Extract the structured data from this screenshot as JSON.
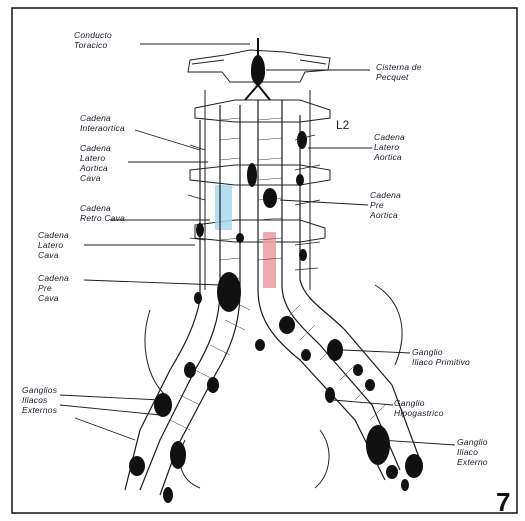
{
  "figure_number": "7",
  "vertebra_label": "L2",
  "labels": {
    "conducto_toracico": "Conducto\nToracico",
    "cisterna_pecquet": "Cisterna de\nPecquet",
    "cadena_interaortica": "Cadena\nInteraortica",
    "cadena_latero_aortica_derecha": "Cadena\nLatero\nAortica\nCava",
    "cadena_latero_aortica_izquierda": "Cadena\nLatero\nAortica",
    "cadena_retro_cava": "Cadena\nRetro Cava",
    "cadena_latero_cava": "Cadena\nLatero\nCava",
    "cadena_pre_cava": "Cadena\nPre\nCava",
    "cadena_pre_aortica": "Cadena\nPre\nAortica",
    "ganglios_iliacos_externos": "Ganglios\nIliacos\nExternos",
    "ganglio_iliaco_primitivo": "Ganglio\nIliaco Primitivo",
    "ganglio_hipogastrico": "Ganglio\nHipogastrico",
    "ganglio_iliaco_externo": "Ganglio\nIliaco\nExterno"
  },
  "colors": {
    "line": "#1a1a24",
    "vena_cava_fill": "#a8d8ee",
    "aorta_fill": "#f0a0a8",
    "node_fill": "#111111"
  }
}
